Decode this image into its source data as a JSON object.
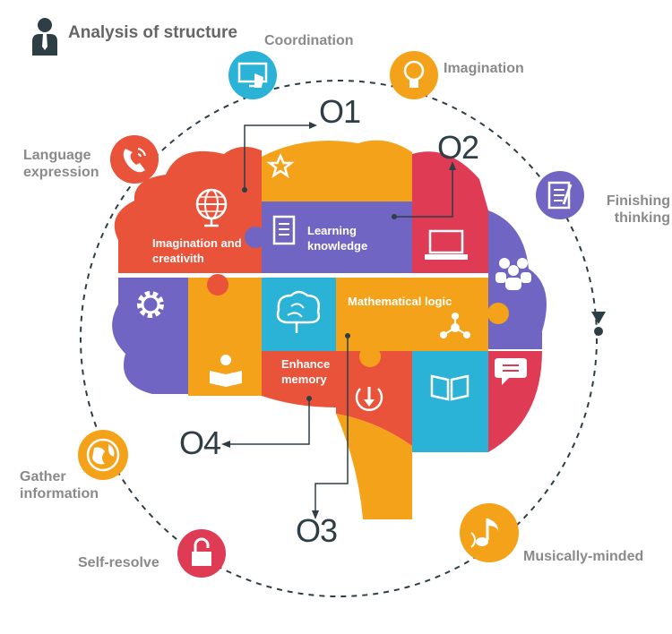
{
  "title": "Analysis of structure",
  "outer_labels": {
    "coordination": "Coordination",
    "imagination": "Imagination",
    "finishing_thinking": "Finishing thinking",
    "language_expression": "Language expression",
    "gather_information": "Gather information",
    "self_resolve": "Self-resolve",
    "musically_minded": "Musically-minded"
  },
  "inner_labels": {
    "imagination_creativity": "Imagination and creativith",
    "learning_knowledge": "Learning knowledge",
    "mathematical_logic": "Mathematical logic",
    "enhance_memory": "Enhance memory"
  },
  "numbers": {
    "n1": "O1",
    "n2": "O2",
    "n3": "O3",
    "n4": "O4"
  },
  "colors": {
    "red": "#e8533a",
    "orange": "#f5a21b",
    "purple": "#7165c4",
    "teal": "#2ab3d6",
    "crimson": "#e03b55",
    "dark": "#2e3e45",
    "gray": "#8a8a8a"
  },
  "icons": [
    "person-icon",
    "touch-screen-icon",
    "light-bulb-icon",
    "checklist-icon",
    "phone-icon",
    "globe-icon",
    "padlock-icon",
    "music-note-icon",
    "star-icon",
    "document-icon",
    "laptop-icon",
    "group-icon",
    "gear-icon",
    "brain-icon",
    "network-icon",
    "reader-icon",
    "book-icon",
    "chat-icon",
    "download-icon"
  ]
}
